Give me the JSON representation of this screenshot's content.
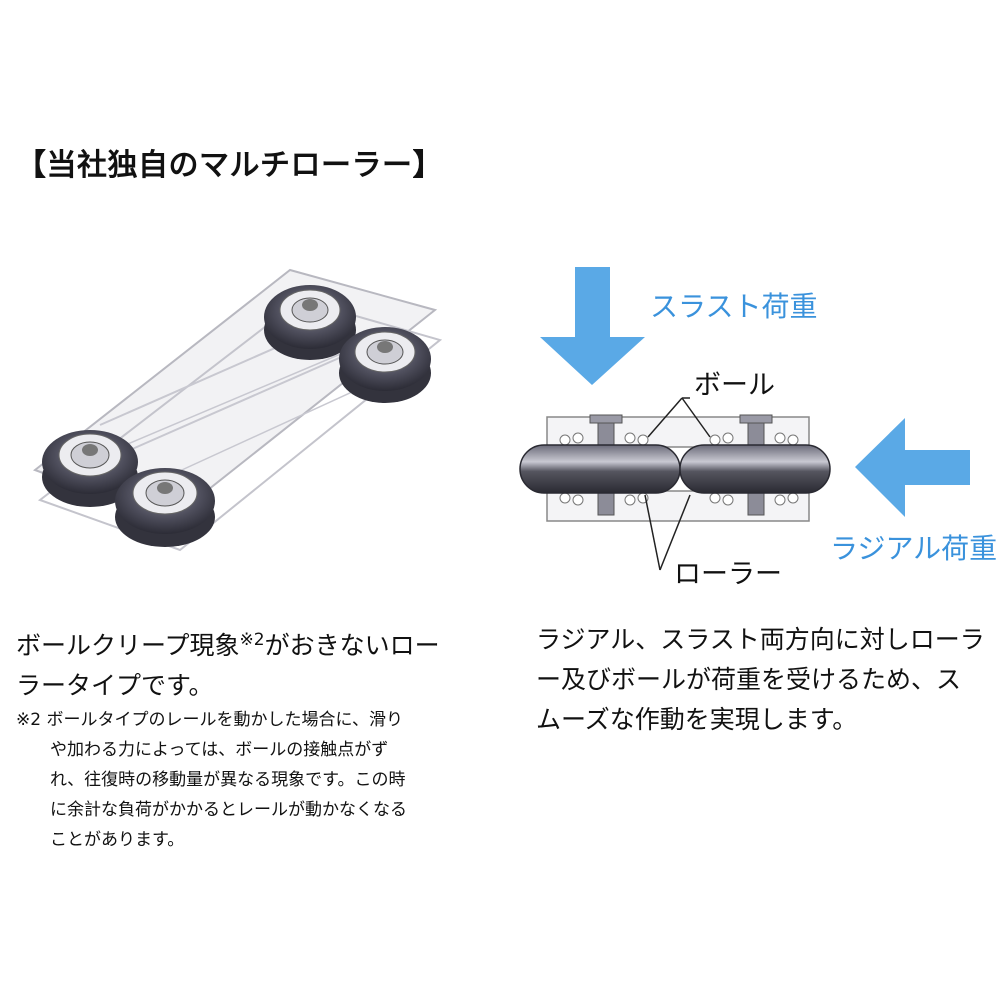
{
  "title": "【当社独自のマルチローラー】",
  "right_diagram": {
    "thrust_label": "スラスト荷重",
    "radial_label": "ラジアル荷重",
    "ball_label": "ボール",
    "roller_label": "ローラー",
    "arrow_color": "#5aa9e6"
  },
  "left_text": {
    "line1_a": "ボールクリープ現象",
    "line1_mark": "※2",
    "line1_b": "がおきないロー",
    "line2": "ラータイプです。",
    "note_lines": [
      "※2 ボールタイプのレールを動かした場合に、滑り",
      "　　や加わる力によっては、ボールの接触点がず",
      "　　れ、往復時の移動量が異なる現象です。この時",
      "　　に余計な負荷がかかるとレールが動かなくなる",
      "　　ことがあります。"
    ]
  },
  "right_text": {
    "lines": [
      "ラジアル、スラスト両方向に対しローラ",
      "ー及びボールが荷重を受けるため、ス",
      "ムーズな作動を実現します。"
    ]
  }
}
